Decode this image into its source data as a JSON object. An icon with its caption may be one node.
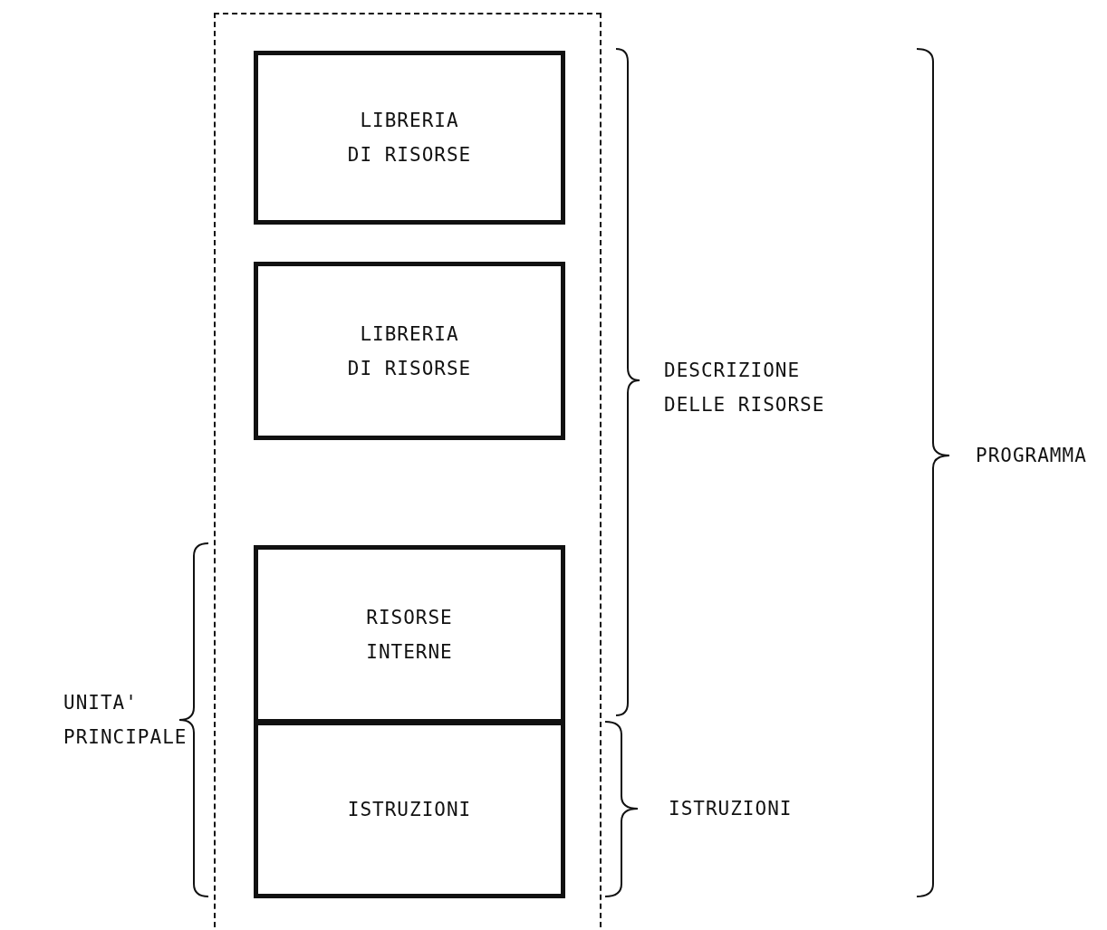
{
  "diagram": {
    "nodes": [
      {
        "text": [],
        "shape": "box"
      },
      {
        "text": [
          "LIBRERIA DI RISORSE"
        ],
        "in": 0
      },
      {
        "text": [
          "LIBRERIA DI RISORSE"
        ],
        "in": 0
      },
      {
        "text": [
          "RISORSE INTERNE"
        ],
        "in": 0
      },
      {
        "text": [
          "ISTRUZIONI"
        ],
        "in": 0
      }
    ],
    "edges": [],
    "labels": [
      "DESCRIZIONE DELLE RISORSE",
      "PROGRAMMA",
      "UNITA' PRINCIPALE",
      "ISTRUZIONI"
    ]
  }
}
